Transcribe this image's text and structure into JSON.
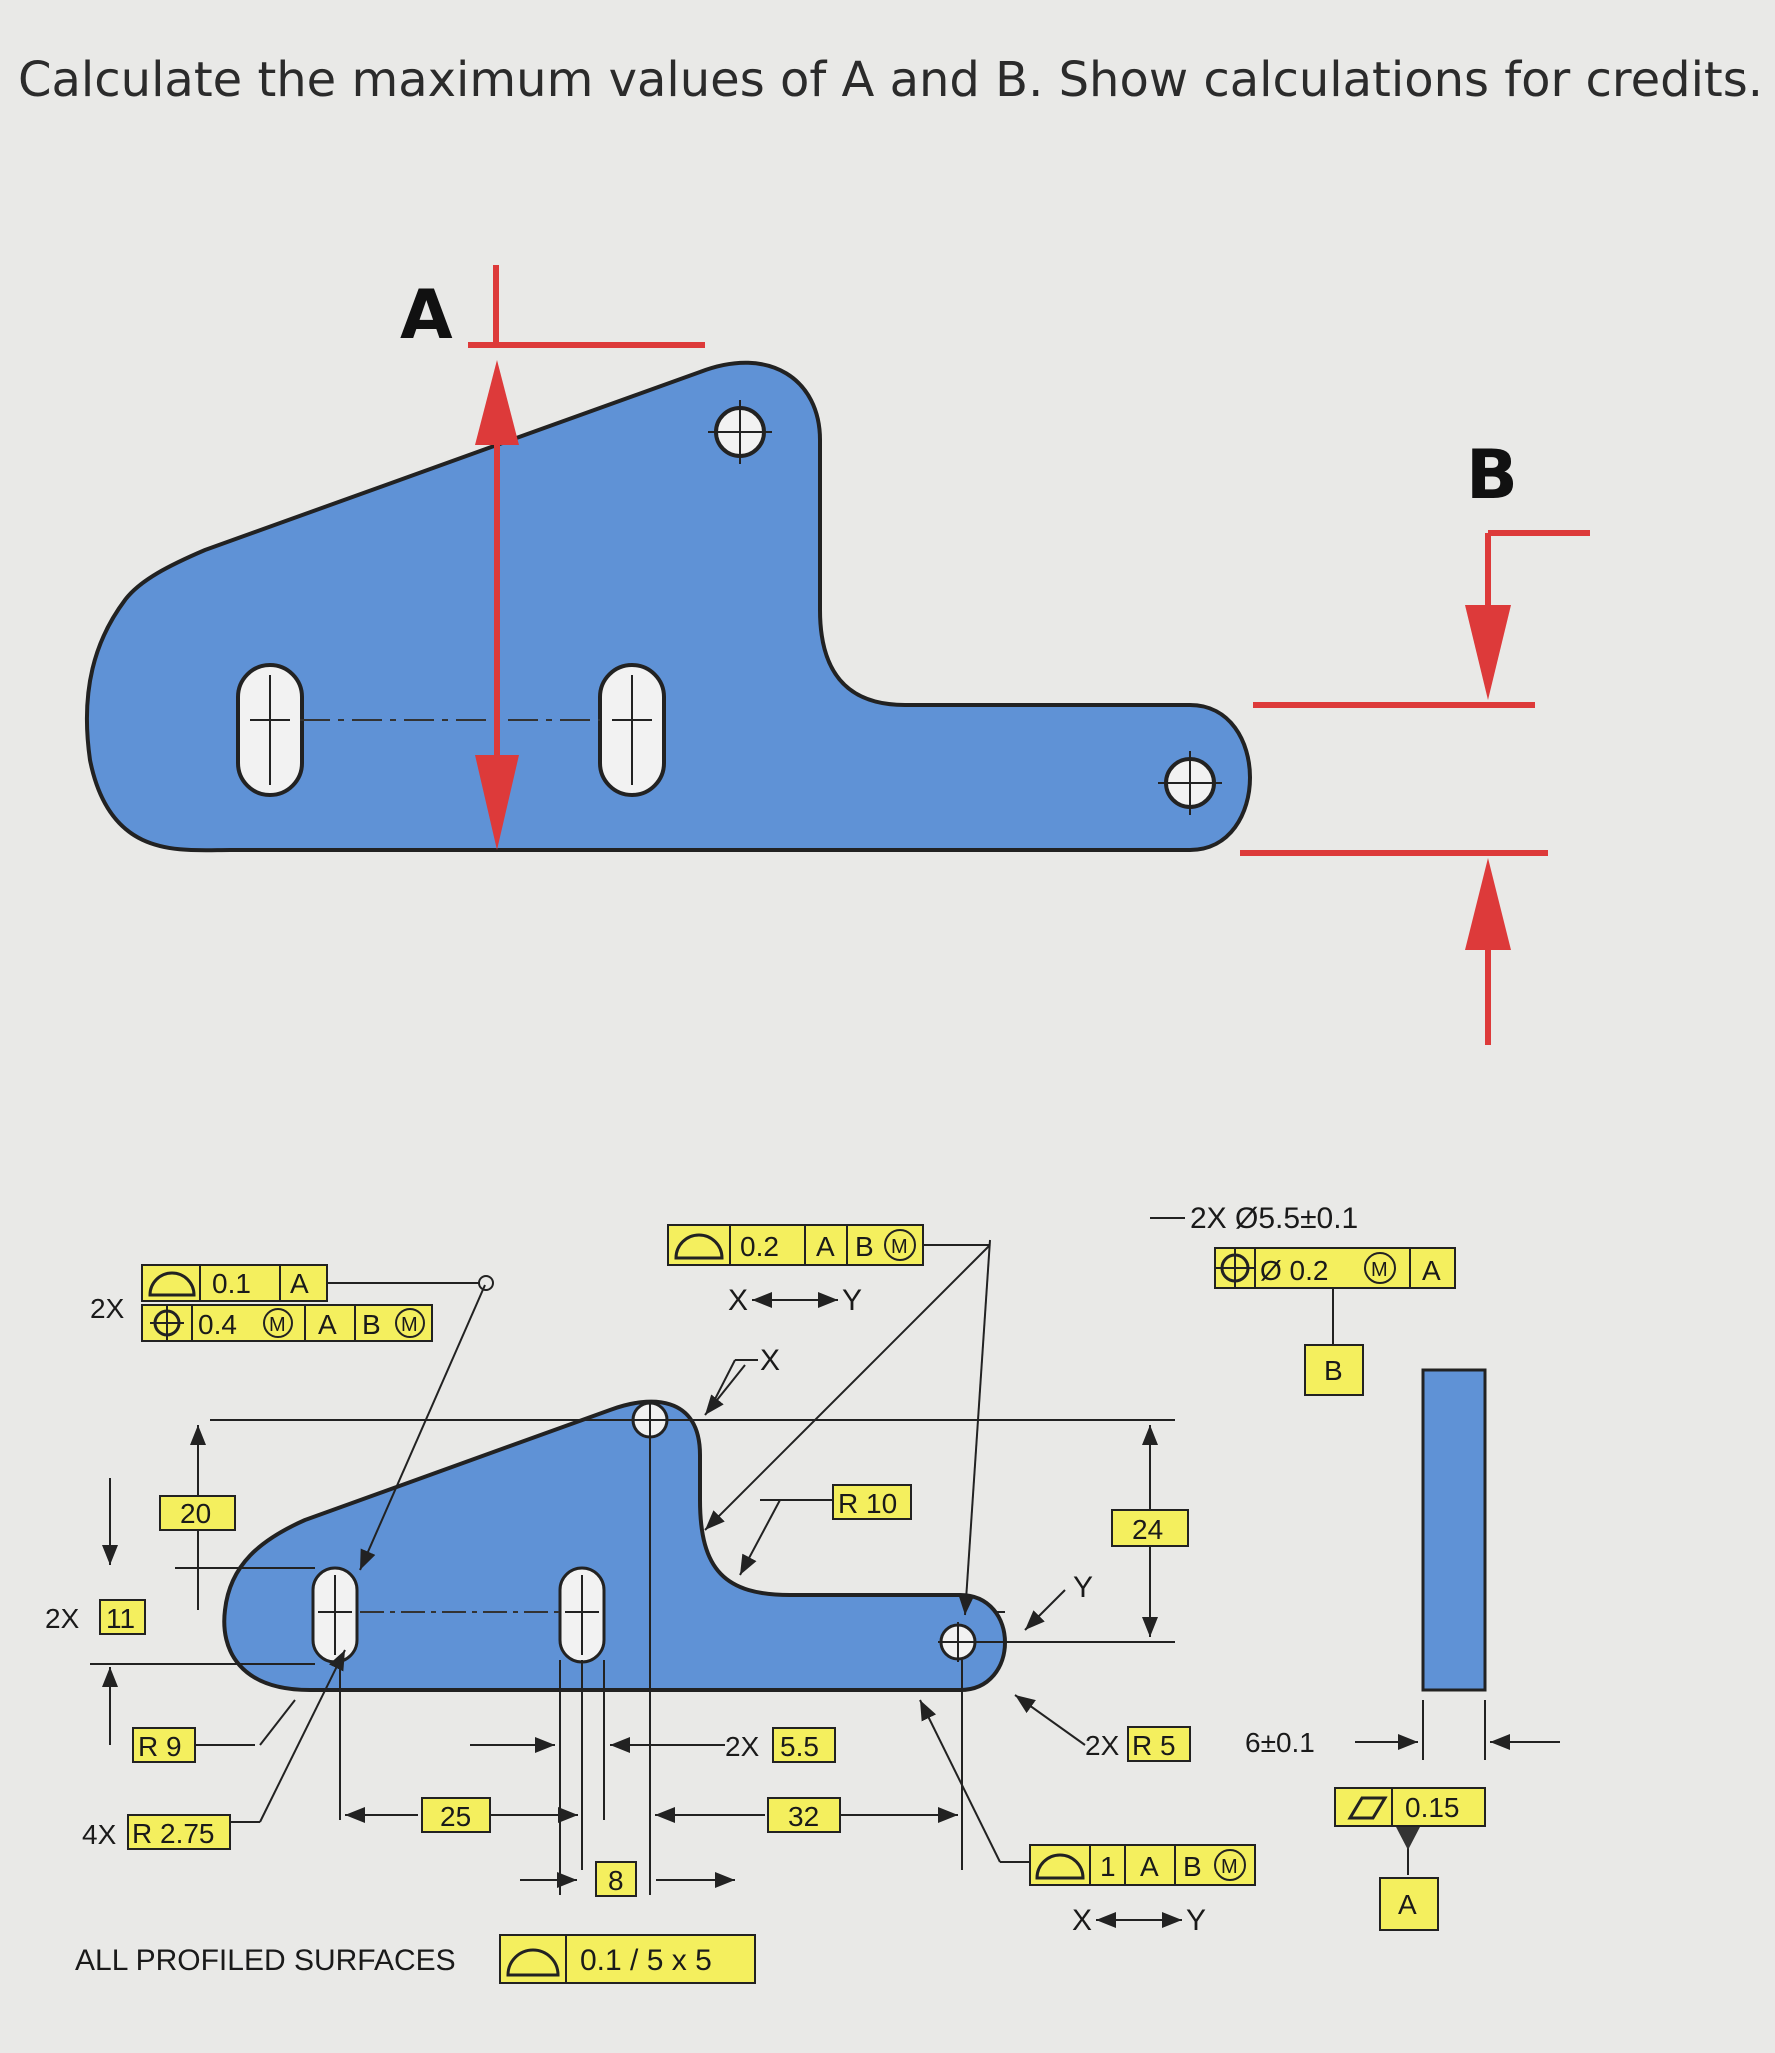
{
  "question": "Calculate the maximum values of A and B. Show calculations for credits.",
  "top_view": {
    "label_a": "A",
    "label_b": "B"
  },
  "drawing": {
    "fcf_left_mult": "2X",
    "fcf_left_profile": "0.1",
    "fcf_left_profile_datum": "A",
    "fcf_left_pos": "0.4",
    "fcf_left_pos_mod": "M",
    "fcf_left_pos_d1": "A",
    "fcf_left_pos_d2": "B",
    "fcf_left_pos_d2_mod": "M",
    "fcf_mid_profile": "0.2",
    "fcf_mid_d1": "A",
    "fcf_mid_d2": "B",
    "fcf_mid_d2_mod": "M",
    "between_mid_x": "X",
    "between_mid_y": "Y",
    "x_label": "X",
    "y_label": "Y",
    "hole_callout": "2X Ø5.5±0.1",
    "hole_pos": "Ø 0.2",
    "hole_pos_mod": "M",
    "hole_pos_datum": "A",
    "datum_b": "B",
    "datum_a": "A",
    "dim_20": "20",
    "dim_11_mult": "2X",
    "dim_11": "11",
    "dim_r9": "R 9",
    "dim_r275_mult": "4X",
    "dim_r275": "R 2.75",
    "dim_25": "25",
    "dim_8": "8",
    "dim_55_mult": "2X",
    "dim_55": "5.5",
    "dim_32": "32",
    "dim_r10": "R 10",
    "dim_24": "24",
    "dim_r5_mult": "2X",
    "dim_r5": "R 5",
    "dim_thk": "6±0.1",
    "flatness": "0.15",
    "fcf_bot_profile": "1",
    "fcf_bot_d1": "A",
    "fcf_bot_d2": "B",
    "fcf_bot_d2_mod": "M",
    "between_bot_x": "X",
    "between_bot_y": "Y",
    "all_profiled": "ALL PROFILED SURFACES",
    "all_profiled_tol": "0.1 / 5 x 5"
  },
  "colors": {
    "part": "#5f92d6",
    "callout_box": "#f4ef5e",
    "dimension_arrow": "#dd3a3a",
    "background": "#e9e9e7"
  }
}
